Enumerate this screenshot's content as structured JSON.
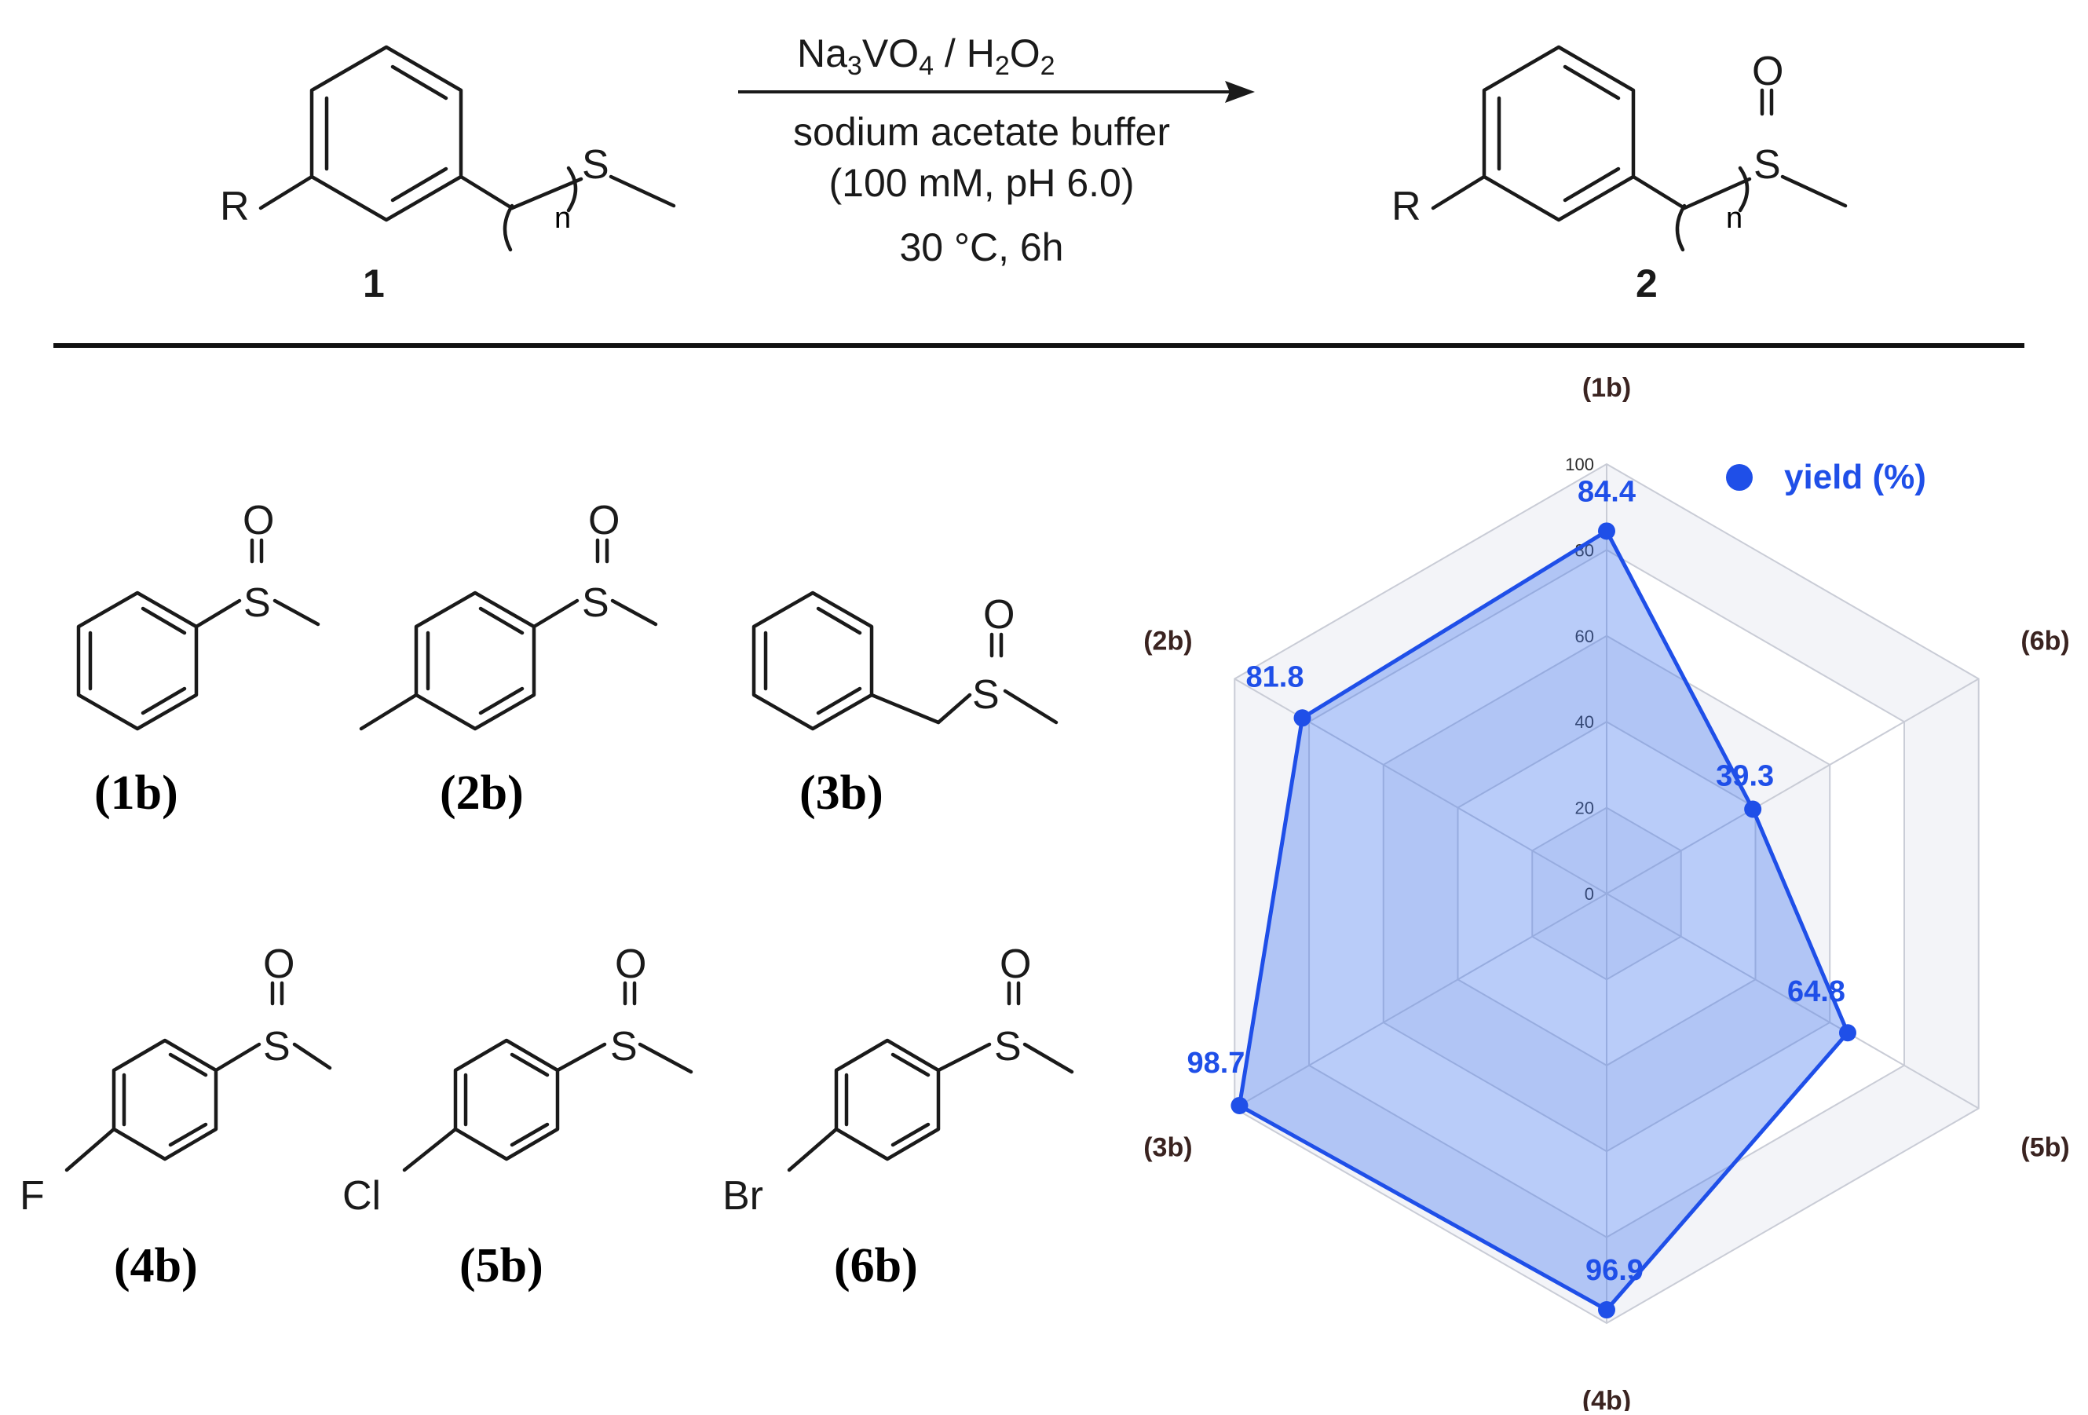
{
  "reaction": {
    "reagent_line_prefix": "Na",
    "reagent_line": "Na3VO4 / H2O2",
    "condition_1": "sodium acetate buffer",
    "condition_2": "(100 mM, pH 6.0)",
    "condition_3": "30 °C, 6h",
    "reactant_label": "1",
    "product_label": "2",
    "atom_R": "R",
    "atom_S": "S",
    "atom_O": "O",
    "sub_n": "n"
  },
  "substrates": [
    {
      "label": "(1b)",
      "substituent": ""
    },
    {
      "label": "(2b)",
      "substituent": ""
    },
    {
      "label": "(3b)",
      "substituent": ""
    },
    {
      "label": "(4b)",
      "substituent": "F"
    },
    {
      "label": "(5b)",
      "substituent": "Cl"
    },
    {
      "label": "(6b)",
      "substituent": "Br"
    }
  ],
  "colors": {
    "series": "#1f4fe8",
    "fill": "#b9cdfa",
    "grid": "#c9ccd6",
    "category_text": "#3a2320"
  },
  "chart_data": {
    "type": "radar",
    "categories": [
      "(1b)",
      "(6b)",
      "(5b)",
      "(4b)",
      "(3b)",
      "(2b)"
    ],
    "series": [
      {
        "name": "yield (%)",
        "values": [
          84.4,
          39.3,
          64.8,
          96.9,
          98.7,
          81.8
        ]
      }
    ],
    "data_labels": [
      "84.4",
      "39.3",
      "64.8",
      "96.9",
      "98.7",
      "81.8"
    ],
    "ticks": [
      0,
      20,
      40,
      60,
      80,
      100
    ],
    "range": [
      0,
      100
    ],
    "legend": "top-right",
    "grid": true
  }
}
